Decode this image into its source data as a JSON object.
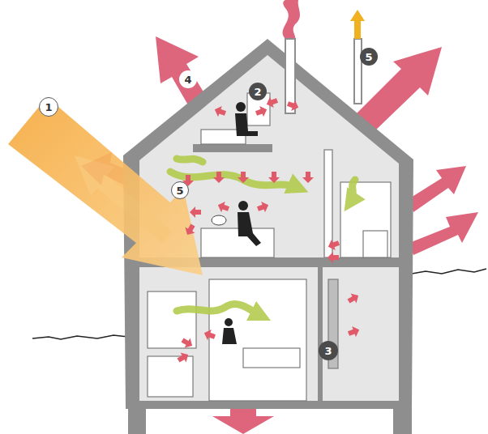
{
  "diagram": {
    "labels": [
      "5",
      "4",
      "2",
      "1",
      "5",
      "3"
    ]
  }
}
